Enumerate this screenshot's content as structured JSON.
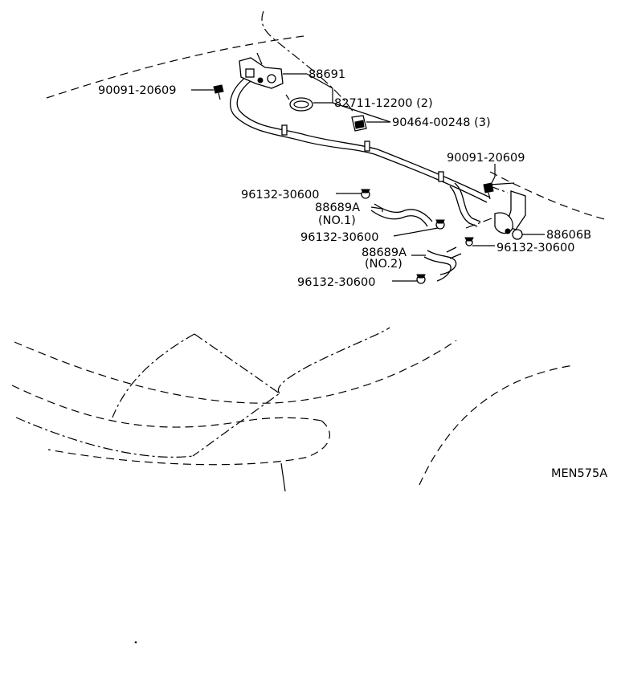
{
  "labels": {
    "p_90091_left": "90091-20609",
    "p_88691": "88691",
    "p_82711": "82711-12200 (2)",
    "p_90464": "90464-00248 (3)",
    "p_90091_right": "90091-20609",
    "p_96132_a": "96132-30600",
    "p_88689a_1": "88689A",
    "p_no1": "(NO.1)",
    "p_96132_b": "96132-30600",
    "p_88606b": "88606B",
    "p_96132_c": "96132-30600",
    "p_88689a_2": "88689A",
    "p_no2": "(NO.2)",
    "p_96132_d": "96132-30600",
    "figure_code": "MEN575A"
  }
}
